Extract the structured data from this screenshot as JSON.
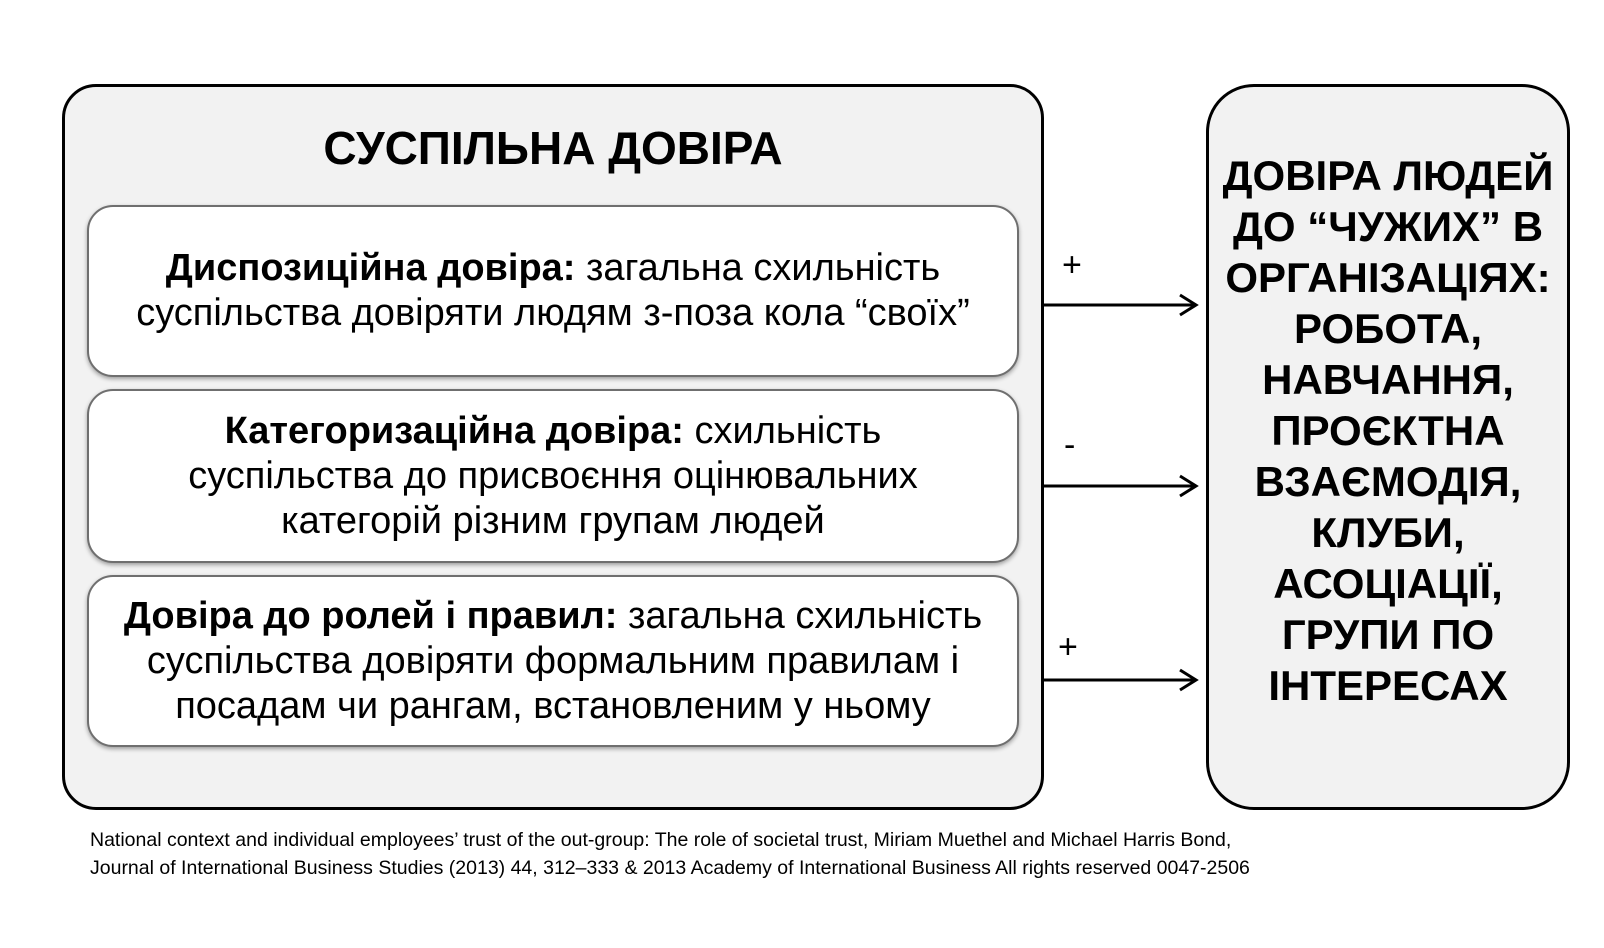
{
  "societal_trust": {
    "title": "СУСПІЛЬНА ДОВІРА",
    "items": [
      {
        "term": "Диспозиційна довіра:",
        "line1_rest": " загальна схильність",
        "rest_lines": [
          "суспільства довіряти людям з-поза кола “своїх”"
        ]
      },
      {
        "term": "Категоризаційна довіра:",
        "line1_rest": " схильність",
        "rest_lines": [
          "суспільства до присвоєння оцінювальних",
          "категорій різним групам людей"
        ]
      },
      {
        "term": "Довіра до ролей і правил:",
        "line1_rest": " загальна схильність",
        "rest_lines": [
          "суспільства довіряти формальним правилам і",
          "посадам чи рангам, встановленим у ньому"
        ]
      }
    ]
  },
  "effects": [
    {
      "sign": "+"
    },
    {
      "sign": "-"
    },
    {
      "sign": "+"
    }
  ],
  "outcome": {
    "text": "ДОВІРА ЛЮДЕЙ\nДО “ЧУЖИХ” В\nОРГАНІЗАЦІЯХ:\nРОБОТА,\nНАВЧАННЯ,\nПРОЄКТНА\nВЗАЄМОДІЯ,\nКЛУБИ,\nАСОЦІАЦІЇ,\nГРУПИ ПО\nІНТЕРЕСАХ"
  },
  "citation": {
    "line1": "National context and individual employees’ trust of the out-group: The role of societal trust, Miriam Muethel and Michael Harris Bond,",
    "line2": "Journal of International Business Studies (2013) 44, 312–333 & 2013 Academy of International Business All rights reserved 0047-2506"
  }
}
